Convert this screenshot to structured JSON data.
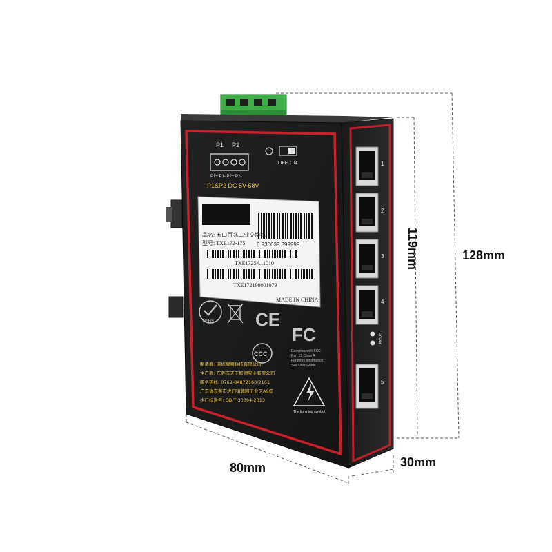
{
  "dimensions": {
    "height_outer": "128mm",
    "height_inner": "119mm",
    "width": "80mm",
    "depth": "30mm"
  },
  "power": {
    "p1": "P1",
    "p2": "P2",
    "terminals": "P1+ P1-  P2+ P2-",
    "spec": "P1&P2 DC 5V-58V",
    "switch_off": "OFF",
    "switch_on": "ON"
  },
  "label": {
    "product_name": "品名: 五口百兆工业交换机",
    "model": "型号: TXE172-175",
    "barcode_number": "6 930639 399999",
    "serial_1": "TXE1725A11010",
    "serial_2": "TXE172190001079",
    "made_in": "MADE IN CHINA"
  },
  "certs": {
    "rohs": "RoHS",
    "ce": "CE",
    "fcc": "FC",
    "ccc": "CCC",
    "fcc_note_1": "Complies with FCC",
    "fcc_note_2": "Part 15 Class A",
    "fcc_note_3": "For more information",
    "fcc_note_4": "See User Guide"
  },
  "manufacturer": {
    "line1": "制造商: 深圳耀腾科技有限公司",
    "line2": "生产商: 东莞市天下智德实业有限公司",
    "line3": "服务热线: 0769-84872160/2161",
    "line4": "广东省东莞市虎门镇赣园工业区A9栋",
    "line5": "执行标准号: GB/T 30094-2013",
    "warning": "The lightning symbol"
  },
  "side": {
    "ports": [
      "1",
      "2",
      "3",
      "4",
      "5"
    ],
    "power_label": "Power"
  }
}
